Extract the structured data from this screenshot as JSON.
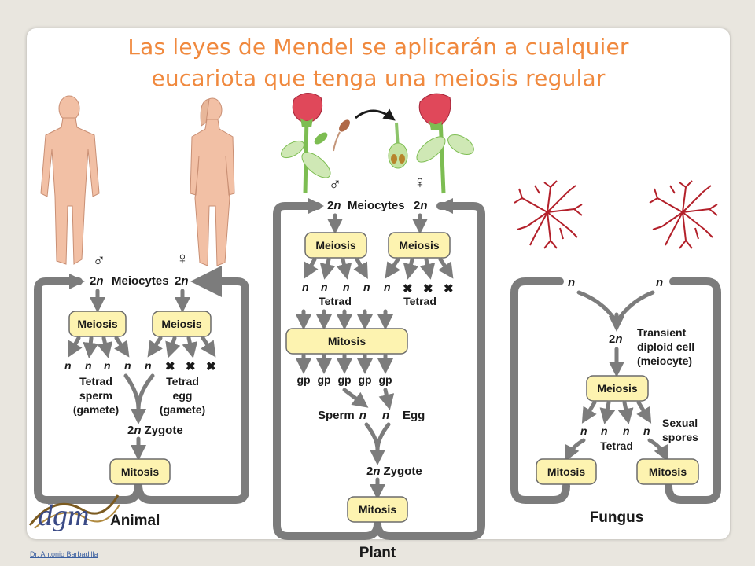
{
  "title": {
    "line1": "Las leyes de Mendel se aplicarán a cualquier",
    "line2": "eucariota que tenga una meiosis regular"
  },
  "symbols": {
    "male": "♂",
    "female": "♀",
    "cross": "✖"
  },
  "animal": {
    "caption": "Animal",
    "meiocytes": "Meiocytes",
    "two": "2",
    "n": "n",
    "meiosis": "Meiosis",
    "sperm_label": [
      "Tetrad",
      "sperm",
      "(gamete)"
    ],
    "egg_label": [
      "Tetrad",
      "egg",
      "(gamete)"
    ],
    "zygote": "Zygote",
    "mitosis": "Mitosis"
  },
  "plant": {
    "caption": "Plant",
    "meiocytes": "Meiocytes",
    "meiosis": "Meiosis",
    "tetrad": "Tetrad",
    "mitosis": "Mitosis",
    "gp": "gp",
    "sperm": "Sperm",
    "egg": "Egg",
    "zygote": "Zygote"
  },
  "fungus": {
    "caption": "Fungus",
    "transient": [
      "Transient",
      "diploid cell",
      "(meiocyte)"
    ],
    "meiosis": "Meiosis",
    "tetrad": "Tetrad",
    "sexual_spores": [
      "Sexual",
      "spores"
    ],
    "mitosis": "Mitosis"
  },
  "logo": {
    "text": "dgm"
  },
  "credit": "Dr. Antonio Barbadilla",
  "colors": {
    "title": "#f0893e",
    "box_fill": "#fdf3b0",
    "loop": "#7c7c7c",
    "hypha": "#b3202a",
    "petal": "#e0485a",
    "leaf": "#7dbd52",
    "skin": "#f2c0a5"
  }
}
